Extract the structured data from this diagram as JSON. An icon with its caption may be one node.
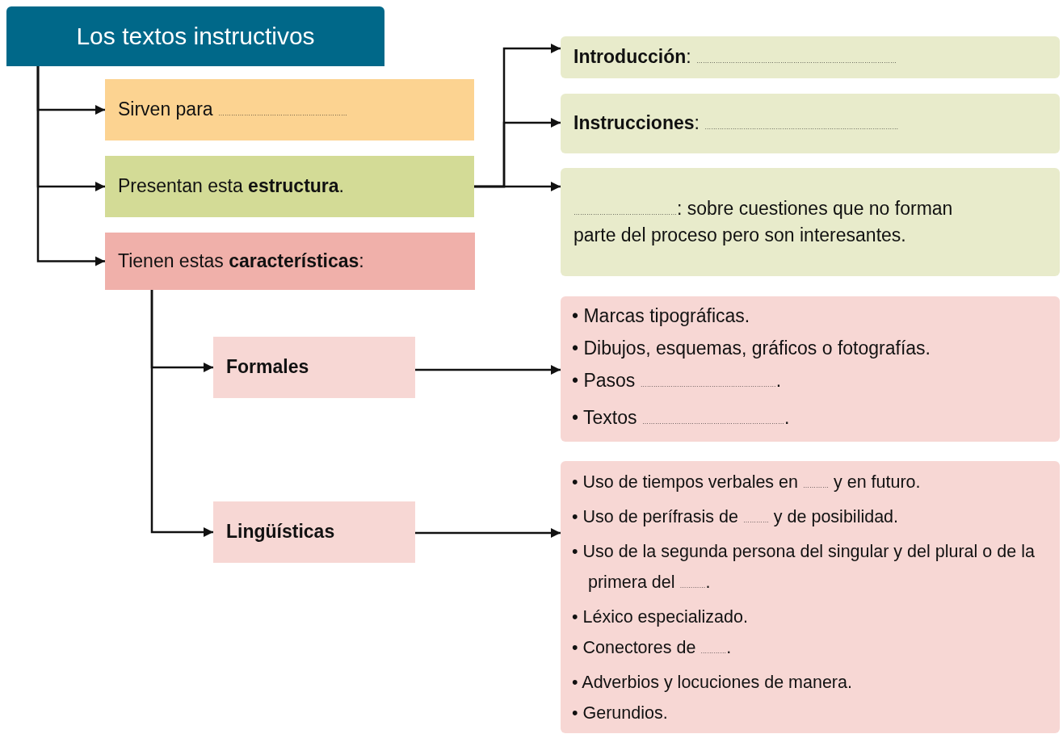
{
  "diagram": {
    "nodes": [
      {
        "text": [
          "Los textos instructivos"
        ]
      },
      {
        "text": [
          "Sirven para ……………………………………………………"
        ]
      },
      {
        "text": [
          "Presentan esta **estructura**."
        ]
      },
      {
        "text": [
          "Tienen estas **características**:"
        ]
      },
      {
        "text": [
          "**Introducción**: …………………………………………………………………………………"
        ]
      },
      {
        "text": [
          "**Instrucciones**: ………………………………………………………………………………"
        ]
      },
      {
        "text": [
          "…………………………………………: sobre cuestiones que no forman parte del proceso pero son interesantes."
        ]
      },
      {
        "text": [
          "Formales"
        ]
      },
      {
        "text": [
          "• Marcas tipográficas.",
          "• Dibujos, esquemas, gráficos o fotografías.",
          "• Pasos ……………………………………………………….",
          "• Textos …………………………………………………………."
        ]
      },
      {
        "text": [
          "Lingüísticas"
        ]
      },
      {
        "text": [
          "• Uso de tiempos verbales en ………… y en futuro.",
          "• Uso de perífrasis de ………… y de posibilidad.",
          "• Uso de la segunda persona del singular y del plural o de la primera del ………….",
          "• Léxico especializado.",
          "• Conectores de ………….",
          "• Adverbios y locuciones de manera.",
          "• Gerundios."
        ]
      }
    ],
    "edges": [
      {
        "from": 0,
        "to": 1,
        "arrow": "to"
      },
      {
        "from": 0,
        "to": 2,
        "arrow": "to"
      },
      {
        "from": 0,
        "to": 3,
        "arrow": "to"
      },
      {
        "from": 2,
        "to": 4,
        "arrow": "to"
      },
      {
        "from": 2,
        "to": 5,
        "arrow": "to"
      },
      {
        "from": 2,
        "to": 6,
        "arrow": "to"
      },
      {
        "from": 3,
        "to": 7,
        "arrow": "to"
      },
      {
        "from": 3,
        "to": 9,
        "arrow": "to"
      },
      {
        "from": 7,
        "to": 8,
        "arrow": "to"
      },
      {
        "from": 9,
        "to": 10,
        "arrow": "to"
      }
    ]
  }
}
